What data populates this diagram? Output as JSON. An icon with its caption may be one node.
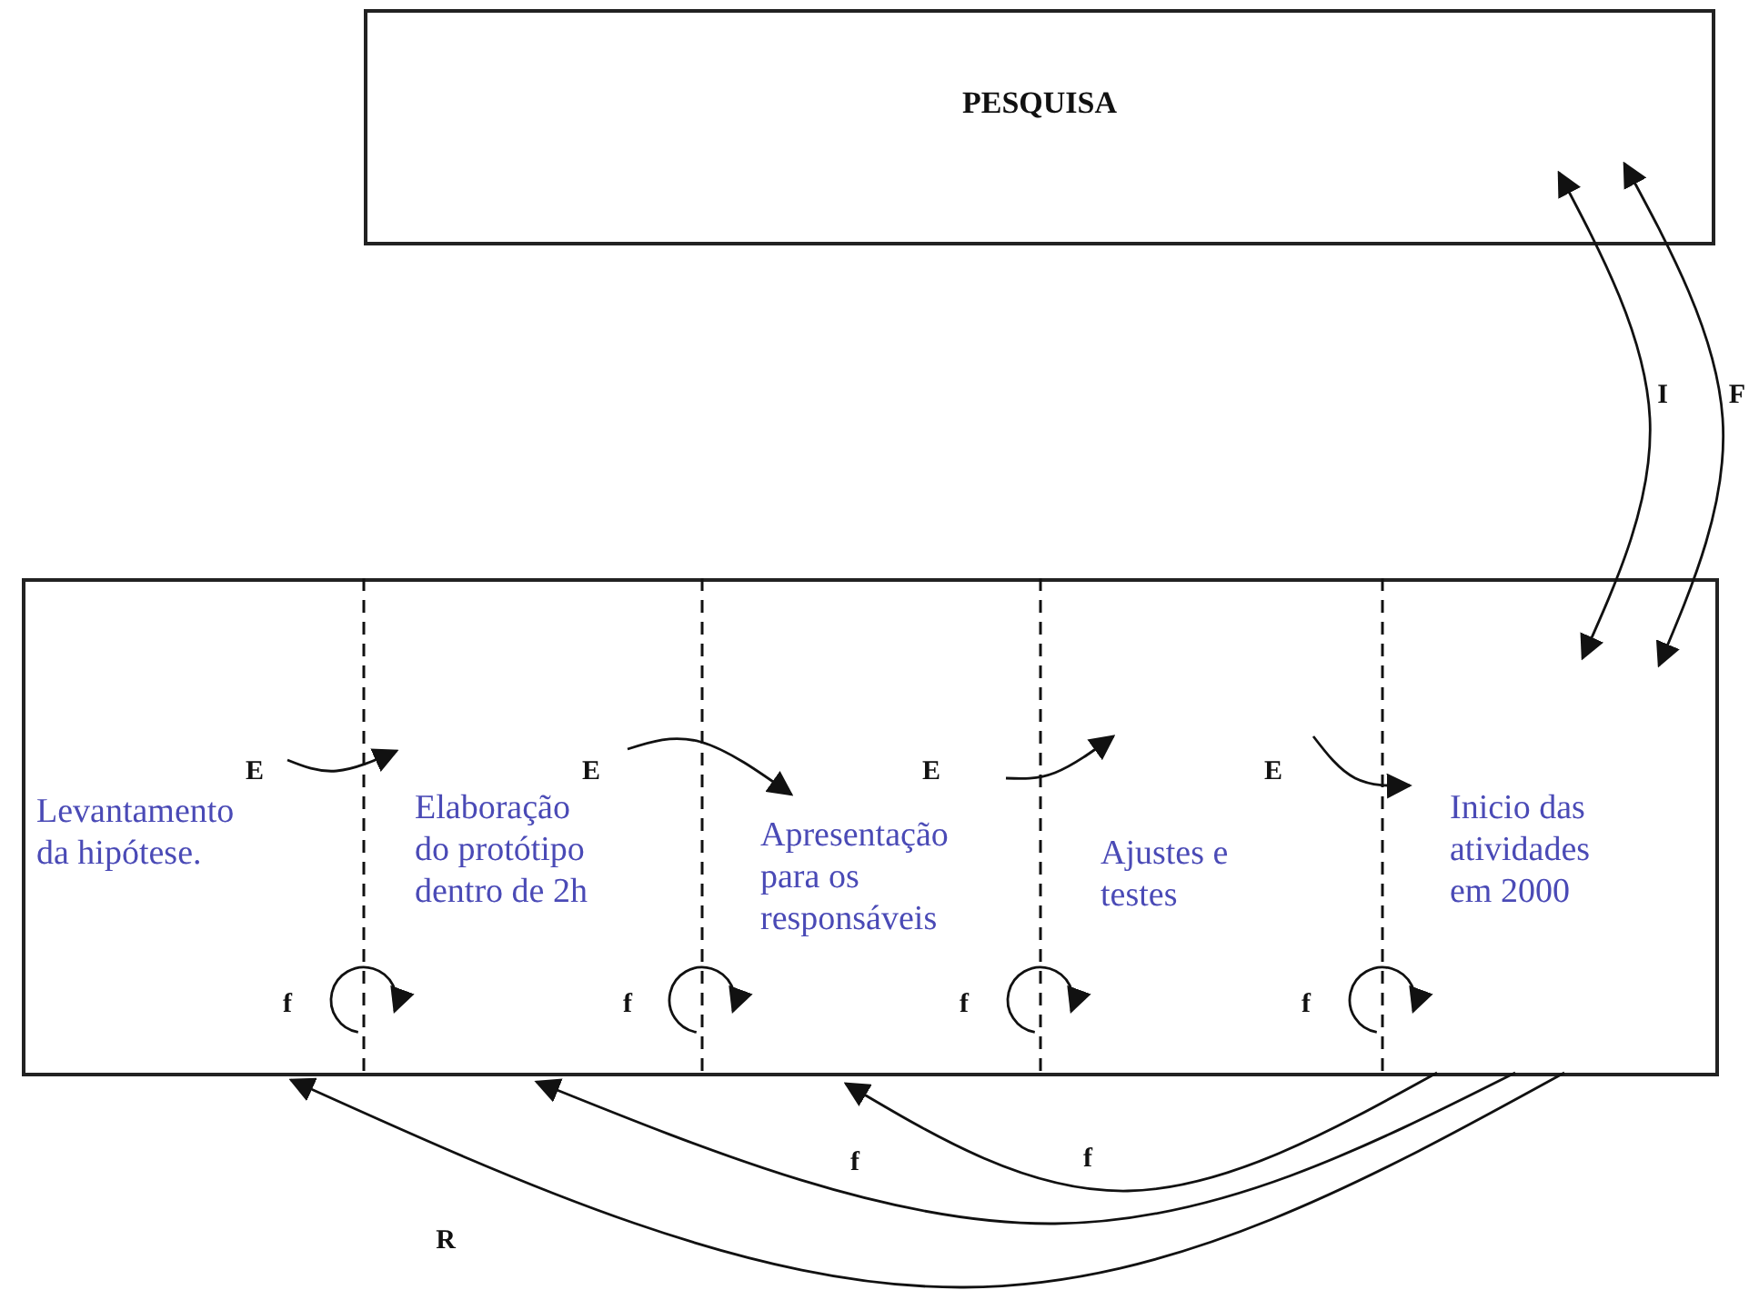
{
  "diagram": {
    "nodes": [
      {
        "text": [
          "PESQUISA"
        ]
      },
      {
        "text": [],
        "shape": "box"
      },
      {
        "text": [
          "Levantamento da hipótese."
        ],
        "in": 1
      },
      {
        "text": [
          "Elaboração do protótipo dentro de 2h"
        ],
        "in": 1
      },
      {
        "text": [
          "Apresentação para os responsáveis"
        ],
        "in": 1
      },
      {
        "text": [
          "Ajustes e testes"
        ],
        "in": 1
      },
      {
        "text": [
          "Inicio das atividades em 2000"
        ],
        "in": 1
      }
    ],
    "edges": [
      {
        "from": 2,
        "to": 3,
        "arrow": "to",
        "label": "E"
      },
      {
        "from": 3,
        "to": 4,
        "arrow": "to",
        "label": "E"
      },
      {
        "from": 4,
        "to": 5,
        "arrow": "to",
        "label": "E"
      },
      {
        "from": 5,
        "to": 6,
        "arrow": "to",
        "label": "E"
      },
      {
        "from": 0,
        "to": 6,
        "arrow": "both",
        "label": "I"
      },
      {
        "from": 0,
        "to": 6,
        "arrow": "both",
        "label": "F"
      },
      {
        "from": 6,
        "to": 4,
        "arrow": "to",
        "label": "f"
      },
      {
        "from": 6,
        "to": 3,
        "arrow": "to",
        "label": "f"
      },
      {
        "from": 6,
        "to": 2,
        "arrow": "to",
        "label": "R"
      },
      {
        "from": 2,
        "to": 3,
        "arrow": "to",
        "label": "f"
      },
      {
        "from": 3,
        "to": 4,
        "arrow": "to",
        "label": "f"
      },
      {
        "from": 4,
        "to": 5,
        "arrow": "to",
        "label": "f"
      },
      {
        "from": 5,
        "to": 6,
        "arrow": "to",
        "label": "f"
      }
    ]
  }
}
